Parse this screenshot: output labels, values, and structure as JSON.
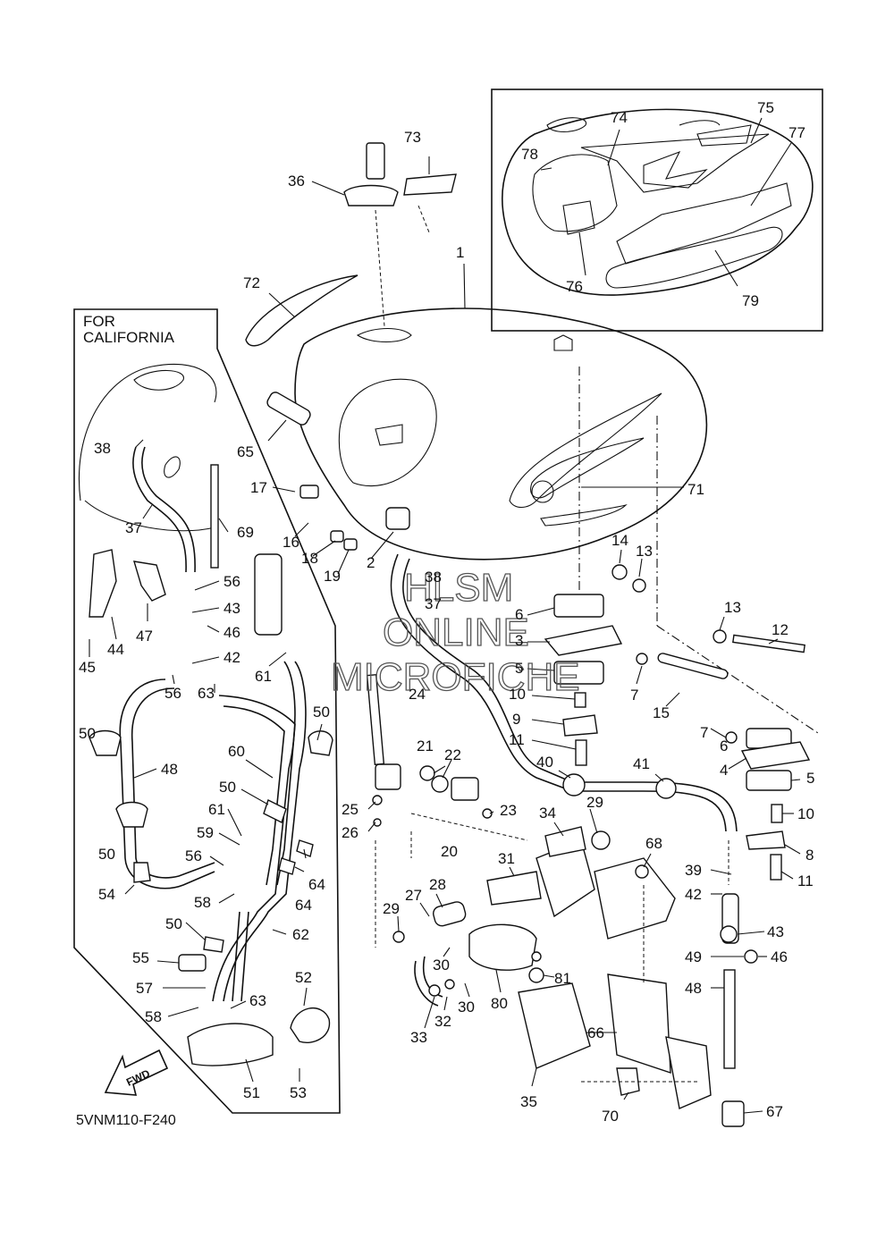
{
  "diagram_code": "5VNM110-F240",
  "california_label": [
    "FOR",
    "CALIFORNIA"
  ],
  "fwd_label": "FWD",
  "watermark": [
    "HLSM",
    "ONLINE",
    "MICROFICHE"
  ],
  "callouts": {
    "c1": "1",
    "c2": "2",
    "c3a": "3",
    "c4": "4",
    "c5a": "5",
    "c5b": "5",
    "c6a": "6",
    "c6b": "6",
    "c7a": "7",
    "c7b": "7",
    "c8": "8",
    "c9": "9",
    "c10a": "10",
    "c10b": "10",
    "c11a": "11",
    "c11b": "11",
    "c12": "12",
    "c13a": "13",
    "c13b": "13",
    "c14": "14",
    "c15": "15",
    "c16": "16",
    "c17": "17",
    "c18": "18",
    "c19": "19",
    "c20": "20",
    "c21": "21",
    "c22": "22",
    "c23": "23",
    "c24": "24",
    "c25": "25",
    "c26": "26",
    "c27": "27",
    "c28": "28",
    "c29a": "29",
    "c29b": "29",
    "c30a": "30",
    "c30b": "30",
    "c31": "31",
    "c32": "32",
    "c33": "33",
    "c34": "34",
    "c35": "35",
    "c36": "36",
    "c37a": "37",
    "c37b": "37",
    "c38a": "38",
    "c38b": "38",
    "c39": "39",
    "c40": "40",
    "c41": "41",
    "c42a": "42",
    "c42b": "42",
    "c43a": "43",
    "c43b": "43",
    "c44": "44",
    "c45": "45",
    "c46a": "46",
    "c46b": "46",
    "c47": "47",
    "c48a": "48",
    "c48b": "48",
    "c49": "49",
    "c50a": "50",
    "c50b": "50",
    "c50c": "50",
    "c50d": "50",
    "c50e": "50",
    "c51": "51",
    "c52": "52",
    "c53": "53",
    "c54": "54",
    "c55": "55",
    "c56a": "56",
    "c56b": "56",
    "c56c": "56",
    "c57": "57",
    "c58a": "58",
    "c58b": "58",
    "c59": "59",
    "c60": "60",
    "c61a": "61",
    "c61b": "61",
    "c62": "62",
    "c63a": "63",
    "c63b": "63",
    "c64a": "64",
    "c64b": "64",
    "c65": "65",
    "c66": "66",
    "c67": "67",
    "c68": "68",
    "c69": "69",
    "c70": "70",
    "c71": "71",
    "c72": "72",
    "c73": "73",
    "c74": "74",
    "c75": "75",
    "c76": "76",
    "c77": "77",
    "c78": "78",
    "c79": "79",
    "c80": "80",
    "c81": "81"
  }
}
